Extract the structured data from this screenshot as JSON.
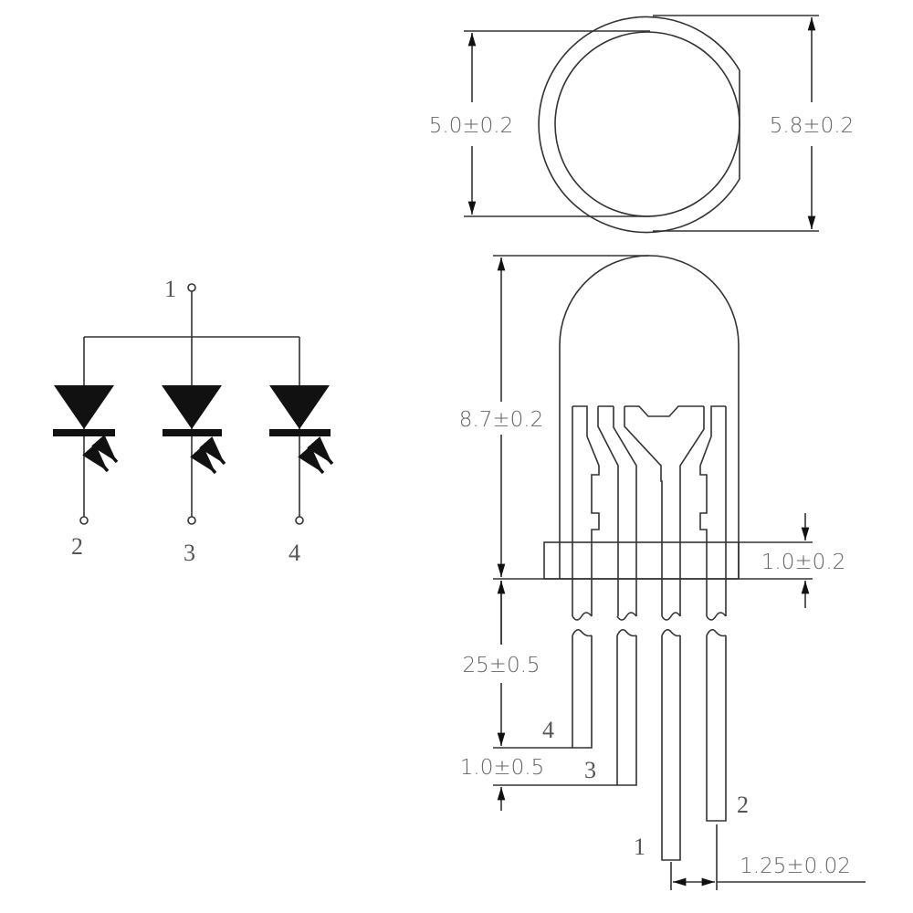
{
  "schematic": {
    "pins": {
      "common": "1",
      "left": "2",
      "middle": "3",
      "right": "4"
    },
    "diode_count": 3
  },
  "top_view": {
    "inner_diameter": "5.0±0.2",
    "flange_diameter": "5.8±0.2"
  },
  "side_view": {
    "body_height": "8.7±0.2",
    "flange_height": "1.0±0.2",
    "lead_length": "25±0.5",
    "lead_step": "1.0±0.5",
    "lead_pitch": "1.25±0.02",
    "lead_labels": {
      "lead_a": "4",
      "lead_b": "3",
      "lead_c": "1",
      "lead_d": "2"
    }
  },
  "colors": {
    "line": "#1a1a1a",
    "text": "#666666"
  }
}
